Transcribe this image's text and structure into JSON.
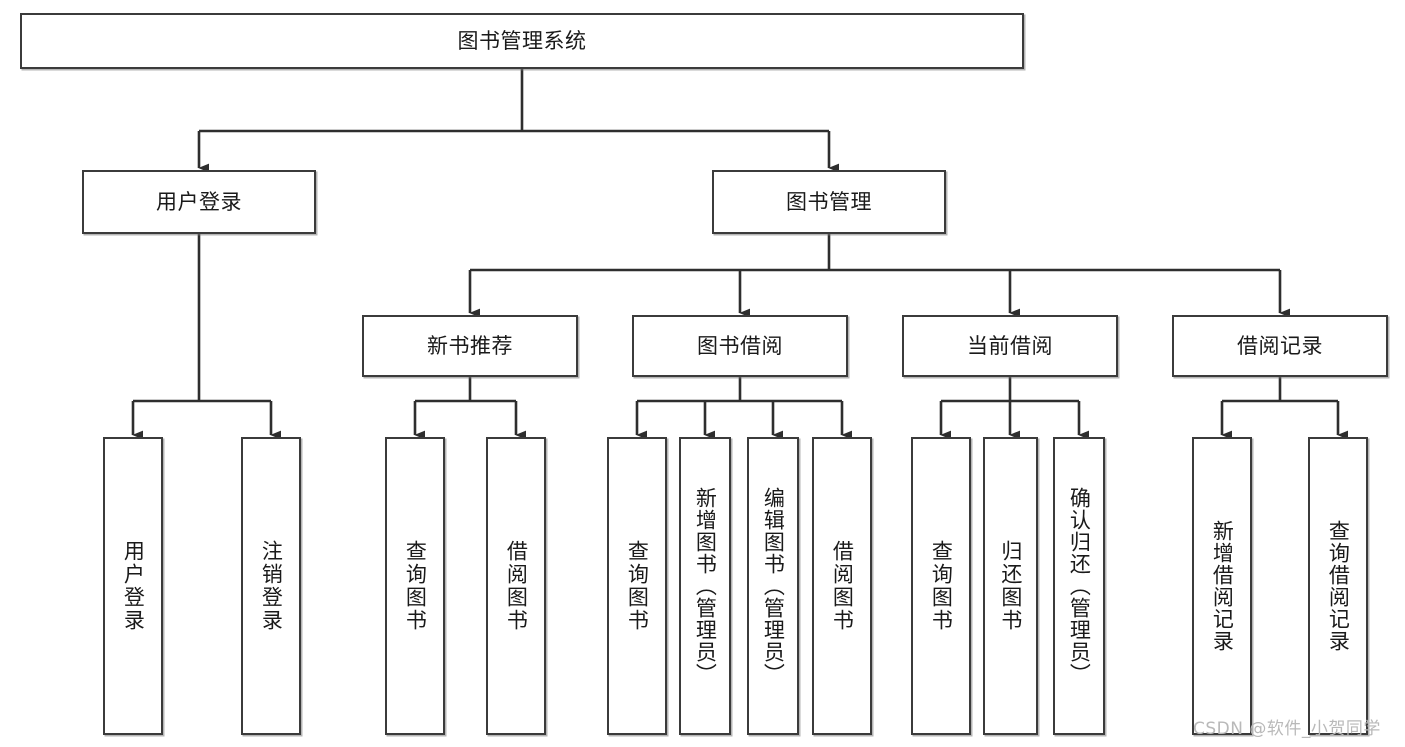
{
  "diagram": {
    "title_node": {
      "label": "图书管理系统"
    },
    "level2": [
      {
        "id": "user-login",
        "label": "用户登录"
      },
      {
        "id": "book-management",
        "label": "图书管理"
      }
    ],
    "level3": [
      {
        "id": "new-book-recommend",
        "label": "新书推荐"
      },
      {
        "id": "book-borrow",
        "label": "图书借阅"
      },
      {
        "id": "current-borrow",
        "label": "当前借阅"
      },
      {
        "id": "borrow-record",
        "label": "借阅记录"
      }
    ],
    "leaves": {
      "user_login": [
        {
          "id": "leaf-user-login",
          "label": "用户登录"
        },
        {
          "id": "leaf-logout-login",
          "label": "注销登录"
        }
      ],
      "new_book_recommend": [
        {
          "id": "leaf-query-book-1",
          "label": "查询图书"
        },
        {
          "id": "leaf-borrow-book-1",
          "label": "借阅图书"
        }
      ],
      "book_borrow": [
        {
          "id": "leaf-query-book-2",
          "label": "查询图书"
        },
        {
          "id": "leaf-add-book",
          "label": "新增图书（管理员）"
        },
        {
          "id": "leaf-edit-book",
          "label": "编辑图书（管理员）"
        },
        {
          "id": "leaf-borrow-book-2",
          "label": "借阅图书"
        }
      ],
      "current_borrow": [
        {
          "id": "leaf-query-book-3",
          "label": "查询图书"
        },
        {
          "id": "leaf-return-book",
          "label": "归还图书"
        },
        {
          "id": "leaf-confirm-return",
          "label": "确认归还（管理员）"
        }
      ],
      "borrow_record": [
        {
          "id": "leaf-add-record",
          "label": "新增借阅记录"
        },
        {
          "id": "leaf-query-record",
          "label": "查询借阅记录"
        }
      ]
    }
  },
  "watermark": {
    "text": "CSDN @软件_小贺同学"
  },
  "colors": {
    "stroke": "#3b3b3b",
    "fill": "#ffffff",
    "text": "#1a1a1a",
    "watermark": "#b9b9b9"
  }
}
